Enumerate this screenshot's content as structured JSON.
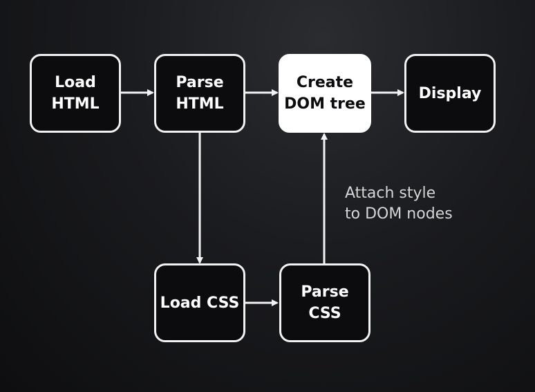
{
  "nodes": {
    "load_html": "Load\nHTML",
    "parse_html": "Parse\nHTML",
    "create_dom": "Create\nDOM tree",
    "display": "Display",
    "load_css": "Load CSS",
    "parse_css": "Parse\nCSS"
  },
  "annotation": "Attach style\nto DOM nodes",
  "colors": {
    "background": "#141517",
    "stroke": "#f2f2f2",
    "highlight_fill": "#ffffff"
  }
}
